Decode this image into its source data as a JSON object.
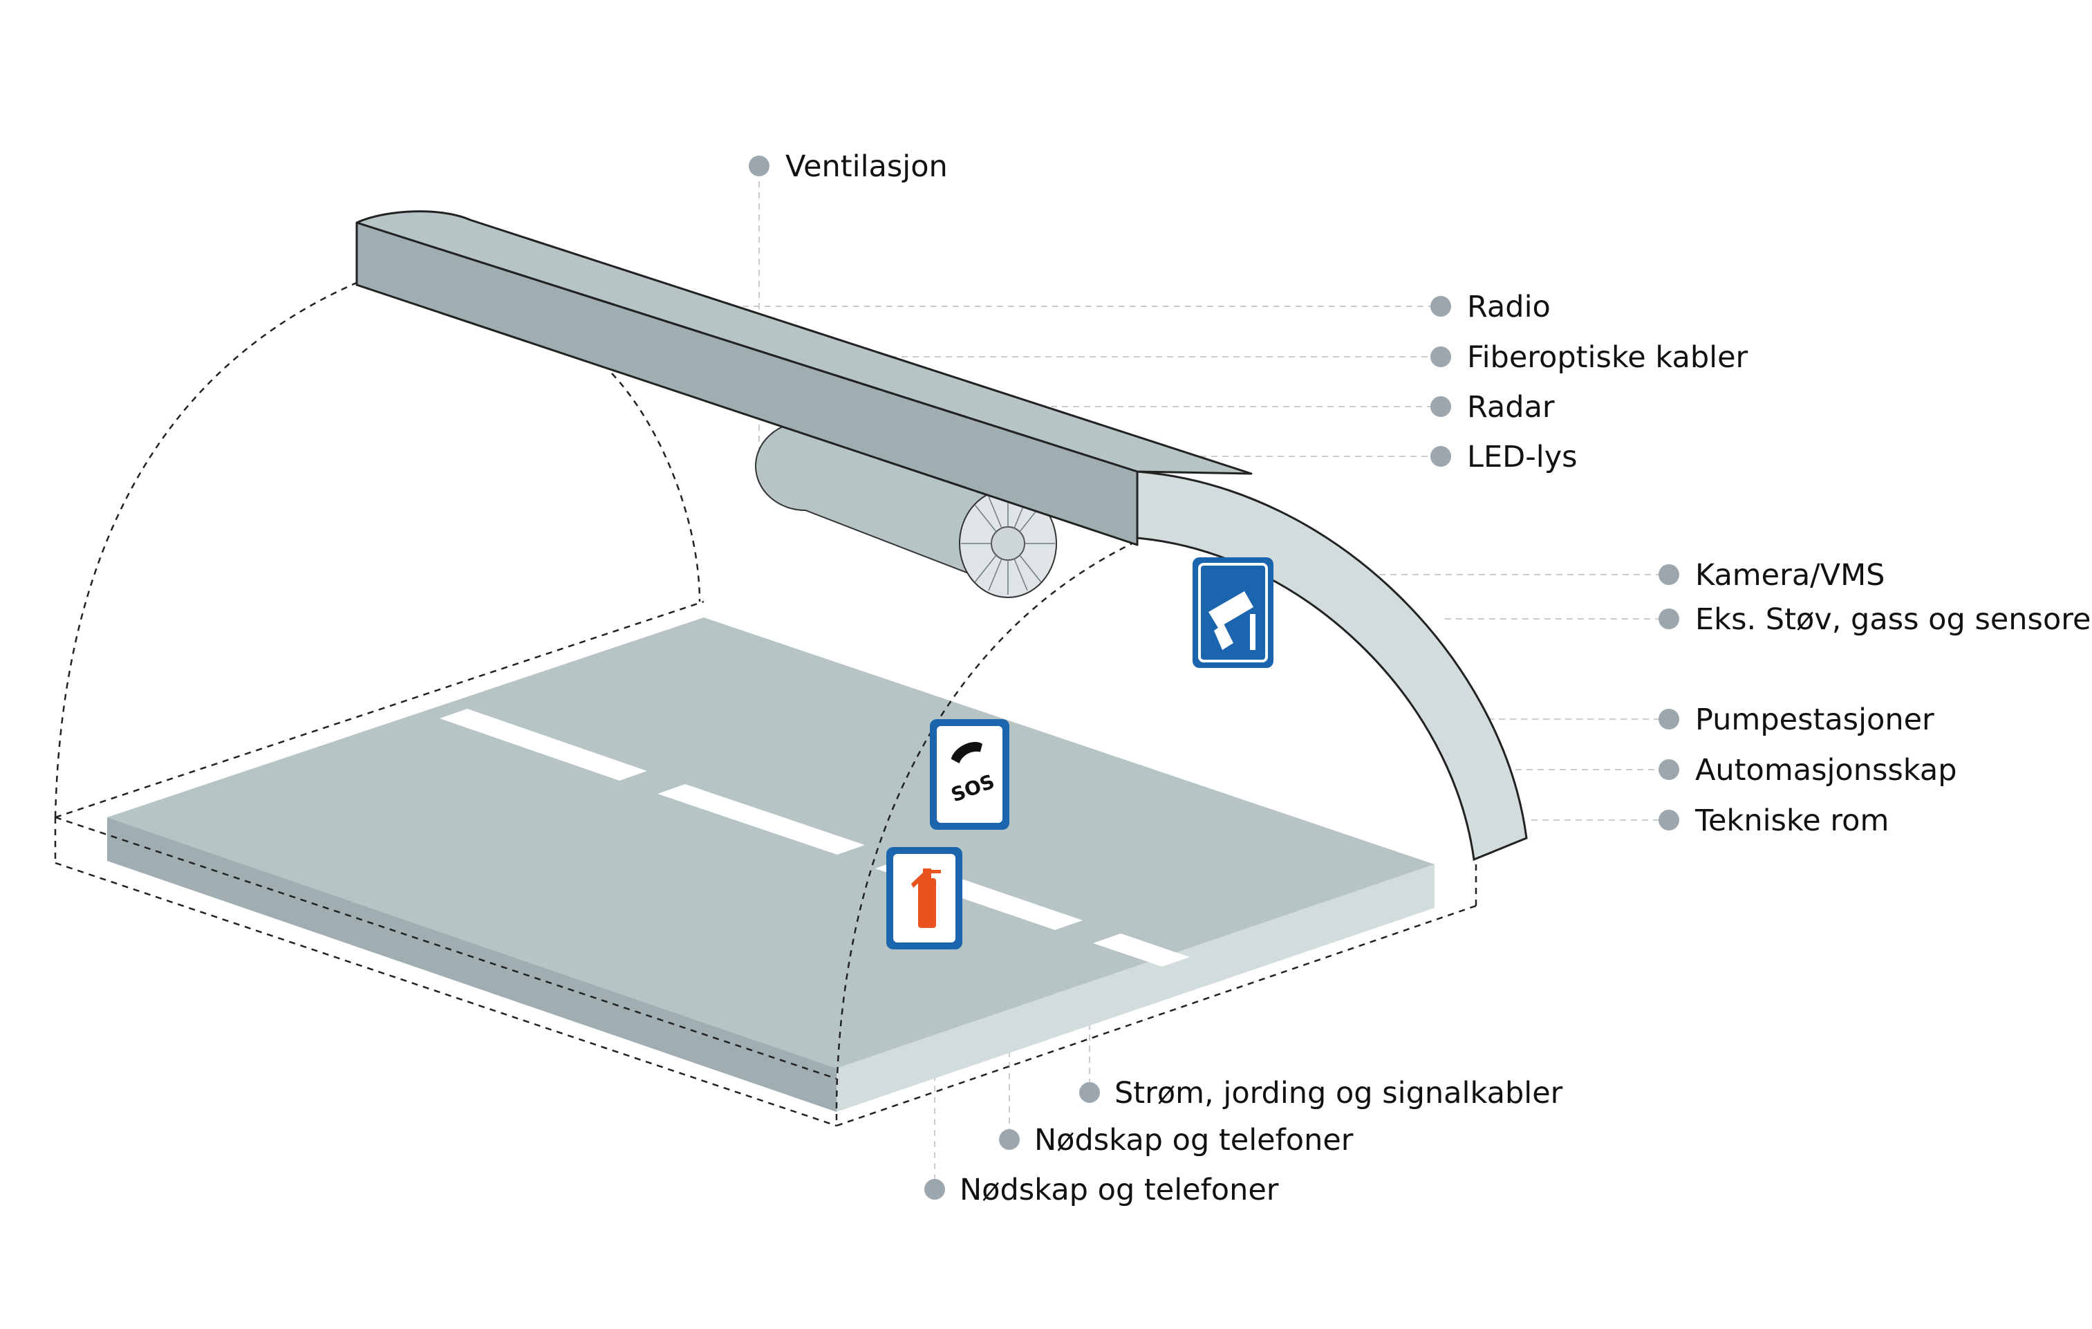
{
  "labels": {
    "ventilasjon": "Ventilasjon",
    "radio": "Radio",
    "fiberoptiske": "Fiberoptiske kabler",
    "radar": "Radar",
    "led": "LED-lys",
    "kamera": "Kamera/VMS",
    "eks": "Eks. Støv, gass og sensorer",
    "pumpe": "Pumpestasjoner",
    "automasjon": "Automasjonsskap",
    "tekniske": "Tekniske rom",
    "strom": "Strøm, jording og signalkabler",
    "nodskap_sos": "Nødskap og telefoner",
    "nodskap_brann": "Nødskap og telefoner"
  },
  "signs": {
    "sos_text": "SOS"
  },
  "colors": {
    "road_top": "#b6c4c6",
    "road_side": "#a0adb1",
    "road_end": "#d2dcdd",
    "duct_top": "#b6c4c6",
    "duct_side": "#a0adb1",
    "arch": "#d2dcdd",
    "sign_blue": "#1a65ad",
    "extinguisher": "#e8531e",
    "bullet": "#9ba7ad",
    "leader": "#c5cdd0"
  },
  "icons": [
    "camera-icon",
    "sos-phone-icon",
    "fire-extinguisher-icon"
  ]
}
